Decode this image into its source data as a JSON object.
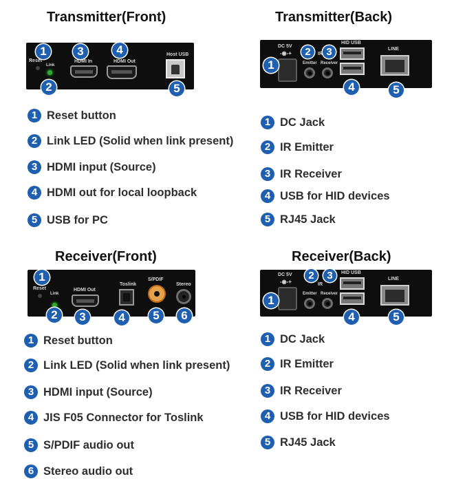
{
  "sections": {
    "tx_front": {
      "title": "Transmitter(Front)",
      "panel_labels": {
        "reset": "Reset",
        "link": "Link",
        "hdmi_in": "HDMI In",
        "hdmi_out": "HDMI Out",
        "host_usb": "Host USB"
      },
      "items": [
        {
          "num": "1",
          "text": "Reset button"
        },
        {
          "num": "2",
          "text": "Link LED (Solid when link present)"
        },
        {
          "num": "3",
          "text": "HDMI input (Source)"
        },
        {
          "num": "4",
          "text": "HDMI out for local loopback"
        },
        {
          "num": "5",
          "text": "USB for PC"
        }
      ]
    },
    "tx_back": {
      "title": "Transmitter(Back)",
      "panel_labels": {
        "dc": "DC 5V",
        "ir": "IR",
        "emitter": "Emitter",
        "receiver": "Receiver",
        "hid_usb": "HID USB",
        "line": "LINE"
      },
      "items": [
        {
          "num": "1",
          "text": "DC Jack"
        },
        {
          "num": "2",
          "text": "IR Emitter"
        },
        {
          "num": "3",
          "text": "IR Receiver"
        },
        {
          "num": "4",
          "text": "USB for HID devices"
        },
        {
          "num": "5",
          "text": "RJ45 Jack"
        }
      ]
    },
    "rx_front": {
      "title": "Receiver(Front)",
      "panel_labels": {
        "reset": "Reset",
        "link": "Link",
        "hdmi_out": "HDMI Out",
        "toslink": "Toslink",
        "spdif": "S/PDIF",
        "stereo": "Stereo"
      },
      "items": [
        {
          "num": "1",
          "text": "Reset button"
        },
        {
          "num": "2",
          "text": "Link LED (Solid when link present)"
        },
        {
          "num": "3",
          "text": "HDMI input (Source)"
        },
        {
          "num": "4",
          "text": "JIS F05 Connector for Toslink"
        },
        {
          "num": "5",
          "text": "S/PDIF audio out"
        },
        {
          "num": "6",
          "text": "Stereo audio out"
        }
      ]
    },
    "rx_back": {
      "title": "Receiver(Back)",
      "panel_labels": {
        "dc": "DC 5V",
        "ir": "IR",
        "emitter": "Emitter",
        "receiver": "Receiver",
        "hid_usb": "HID USB",
        "line": "LINE"
      },
      "items": [
        {
          "num": "1",
          "text": "DC Jack"
        },
        {
          "num": "2",
          "text": "IR Emitter"
        },
        {
          "num": "3",
          "text": "IR Receiver"
        },
        {
          "num": "4",
          "text": "USB for HID devices"
        },
        {
          "num": "5",
          "text": "RJ45 Jack"
        }
      ]
    }
  },
  "colors": {
    "badge": "#1f5fb0",
    "panel": "#0e0e0e",
    "text": "#2e2e2e"
  },
  "icons": {
    "dc_symbol": "dc-polarity-icon"
  }
}
